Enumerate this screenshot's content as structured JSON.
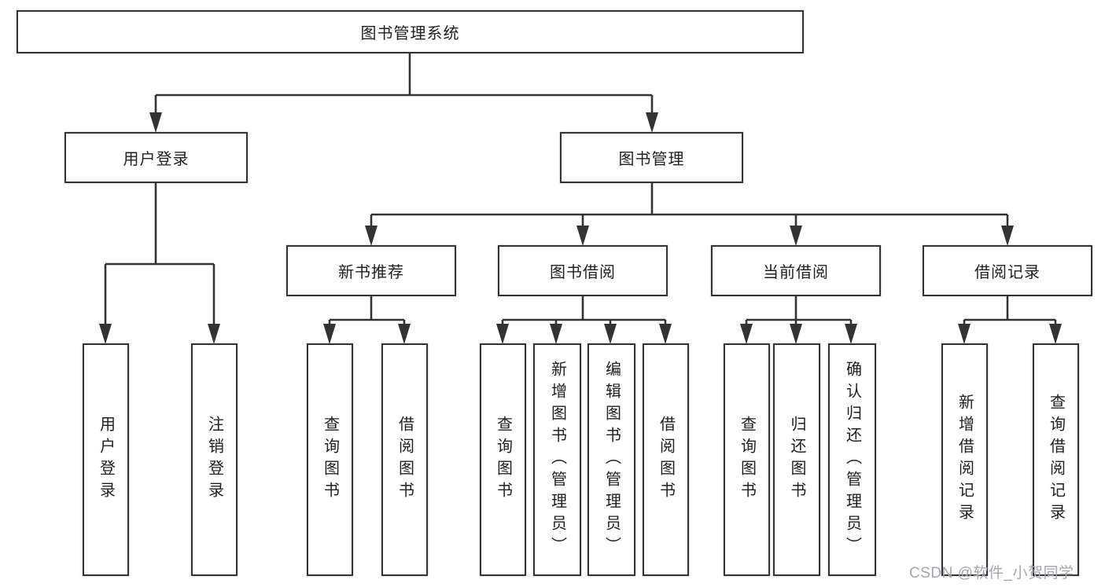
{
  "diagram": {
    "root": {
      "label": "图书管理系统"
    },
    "level2": [
      {
        "label": "用户登录"
      },
      {
        "label": "图书管理"
      }
    ],
    "level3": [
      {
        "label": "新书推荐"
      },
      {
        "label": "图书借阅"
      },
      {
        "label": "当前借阅"
      },
      {
        "label": "借阅记录"
      }
    ],
    "leaves": {
      "user_login": [
        {
          "label": "用户登录"
        },
        {
          "label": "注销登录"
        }
      ],
      "new_book": [
        {
          "label": "查询图书"
        },
        {
          "label": "借阅图书"
        }
      ],
      "book_borrow": [
        {
          "label": "查询图书"
        },
        {
          "label": "新增图书（管理员）"
        },
        {
          "label": "编辑图书（管理员）"
        },
        {
          "label": "借阅图书"
        }
      ],
      "current_borrow": [
        {
          "label": "查询图书"
        },
        {
          "label": "归还图书"
        },
        {
          "label": "确认归还（管理员）"
        }
      ],
      "borrow_records": [
        {
          "label": "新增借阅记录"
        },
        {
          "label": "查询借阅记录"
        }
      ]
    }
  },
  "watermark": {
    "text": "CSDN @软件_小贺同学"
  },
  "colors": {
    "line": "#333333",
    "box_background": "#ffffff",
    "text": "#1f1f1f",
    "watermark": "#a5a5ad"
  }
}
